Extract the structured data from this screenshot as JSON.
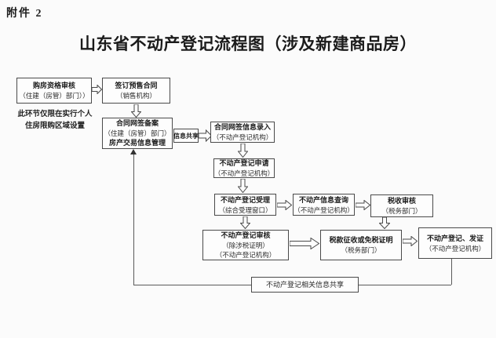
{
  "header": {
    "attachment_label": "附件 2",
    "title": "山东省不动产登记流程图（涉及新建商品房）"
  },
  "note": {
    "line1": "此环节仅限在实行个人",
    "line2": "住房限购区域设置"
  },
  "labels": {
    "info_share": "信息共享"
  },
  "boxes": {
    "purchase_check": {
      "line1": "购房资格审核",
      "line2": "（住建（房管）部门））"
    },
    "presale_contract": {
      "line1": "签订预售合同",
      "line2": "（销售机构）"
    },
    "contract_filing": {
      "line1": "合同网签备案",
      "line2": "（住建（房管）部门）",
      "line3": "房产交易信息管理"
    },
    "info_entry": {
      "line1": "合同网签信息录入",
      "line2": "（不动产登记机构）"
    },
    "reg_application": {
      "line1": "不动产登记申请",
      "line2": "（不动产登记机构）"
    },
    "reg_acceptance": {
      "line1": "不动产登记受理",
      "line2": "（综合受理窗口）"
    },
    "info_query": {
      "line1": "不动产信息查询",
      "line2": "（不动产登记机构）"
    },
    "tax_review": {
      "line1": "税收审核",
      "line2": "（税务部门）"
    },
    "reg_review": {
      "line1": "不动产登记审核",
      "line2": "（除涉税证明）",
      "line3": "（不动产登记机构）"
    },
    "tax_collection": {
      "line1": "税款征收或免税证明",
      "line2": "（税务部门）"
    },
    "reg_certificate": {
      "line1": "不动产登记、发证",
      "line2": "（不动产登记机构）"
    },
    "shared_info": {
      "line1": "不动产登记相关信息共享"
    }
  },
  "icons": {
    "flow_arrow_right": "hollow-block-arrow-right",
    "flow_arrow_down": "hollow-block-arrow-down",
    "feedback_arrowhead": "solid-arrow-up"
  },
  "colors": {
    "background": "#fbfbfb",
    "box_border": "#4a4a4a",
    "line": "#5a5a5a",
    "text": "#1b1b1b"
  }
}
